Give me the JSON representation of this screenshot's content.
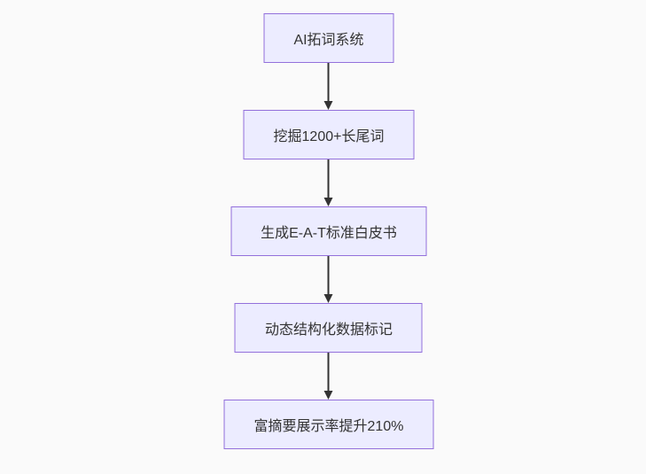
{
  "colors": {
    "background": "#fafafa",
    "node_fill": "#ececff",
    "node_border": "#9370db",
    "arrow": "#333333",
    "text": "#333333"
  },
  "flowchart": {
    "type": "vertical-flow",
    "nodes": [
      {
        "id": "A",
        "label": "AI拓词系统"
      },
      {
        "id": "B",
        "label": "挖掘1200+长尾词"
      },
      {
        "id": "C",
        "label": "生成E-A-T标准白皮书"
      },
      {
        "id": "D",
        "label": "动态结构化数据标记"
      },
      {
        "id": "E",
        "label": "富摘要展示率提升210%"
      }
    ],
    "edges": [
      {
        "from": "A",
        "to": "B"
      },
      {
        "from": "B",
        "to": "C"
      },
      {
        "from": "C",
        "to": "D"
      },
      {
        "from": "D",
        "to": "E"
      }
    ]
  }
}
